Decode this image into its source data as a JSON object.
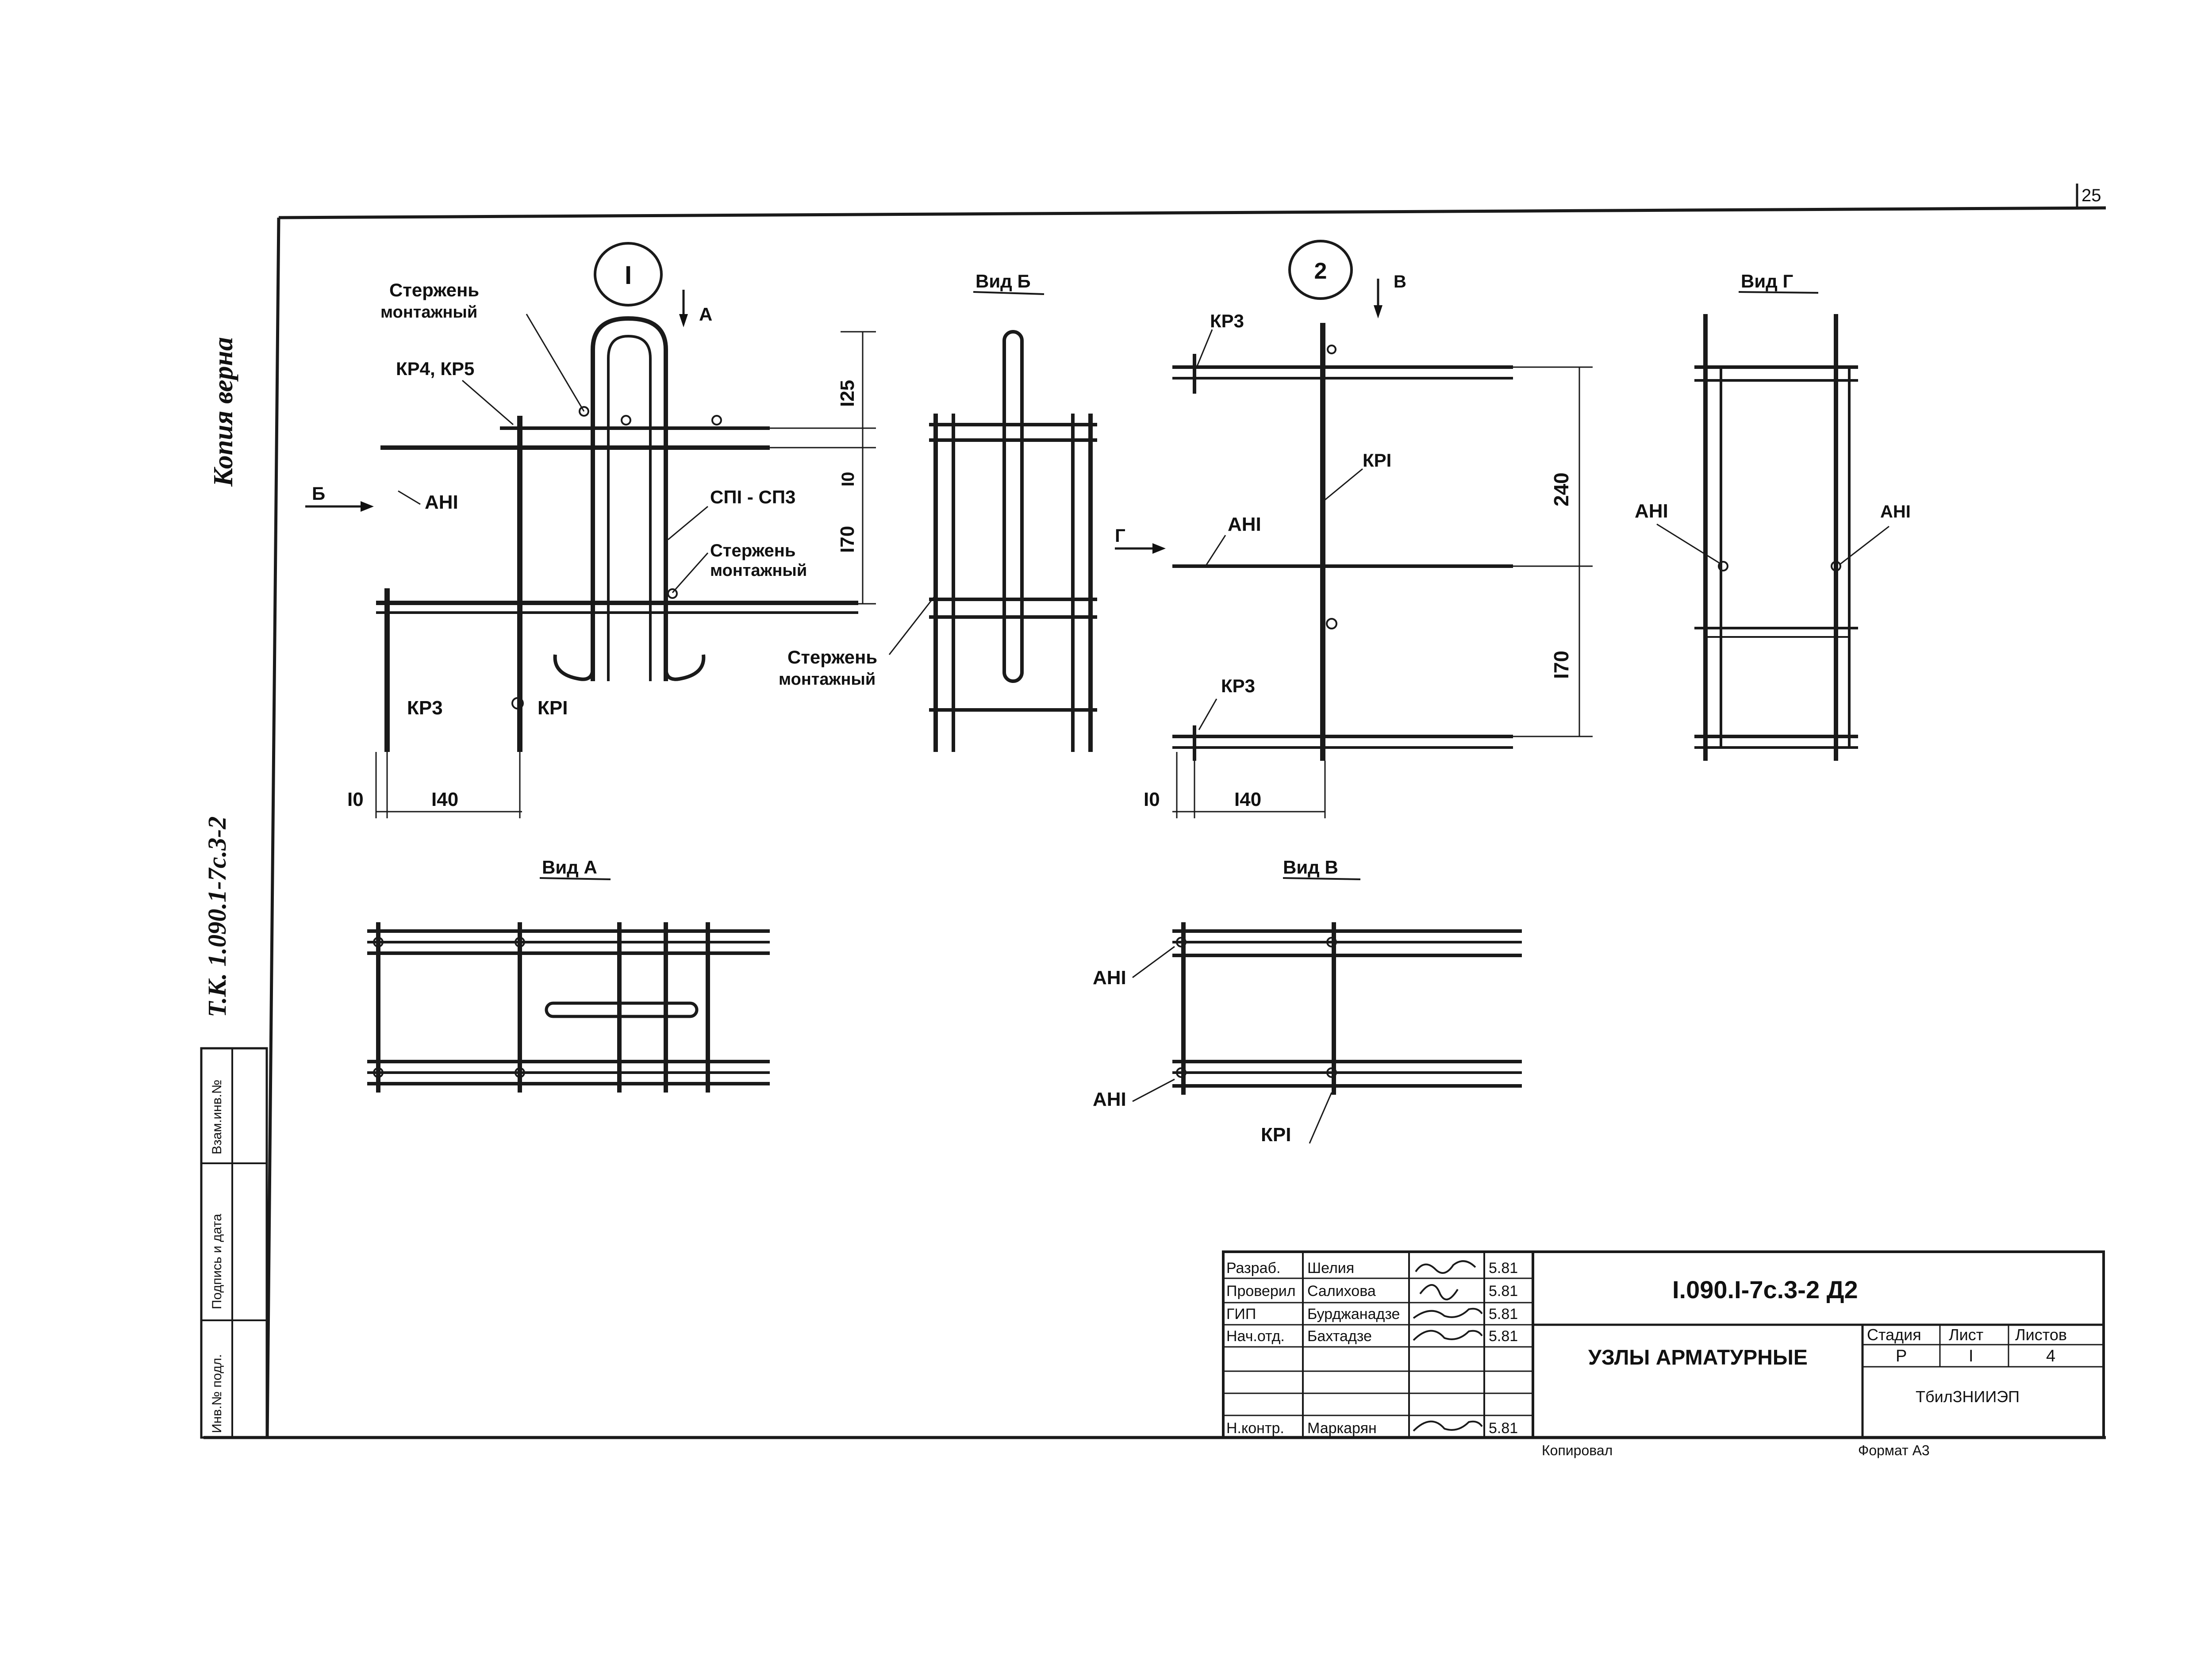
{
  "side_annotation": {
    "certified_copy": "Копия верна",
    "series_code": "Т.К. 1.090.1-7с.3-2"
  },
  "page_corner_mark": "25",
  "stamp_strip": {
    "inv_podl": "Инв.№ подл.",
    "sign_date": "Подпись и дата",
    "vzam_inv": "Взам.инв.№"
  },
  "node1": {
    "callout": "I",
    "view_arrow_a": "A",
    "view_arrow_b": "Б",
    "labels": {
      "rod_mount_top_1": "Стержень",
      "rod_mount_top_2": "монтажный",
      "kr45": "КР4, КР5",
      "an1": "АНI",
      "sp": "СПI - СП3",
      "rod_mount_mid_1": "Стержень",
      "rod_mount_mid_2": "монтажный",
      "kr3": "КР3",
      "kr1": "КРI"
    },
    "dims": {
      "d125": "I25",
      "d10v": "I0",
      "d170": "I70",
      "d10h": "I0",
      "d140": "I40"
    }
  },
  "view_b_node1": {
    "title": "Вид Б",
    "labels": {
      "rod_1": "Стержень",
      "rod_2": "монтажный"
    }
  },
  "node2": {
    "callout": "2",
    "view_arrow_v": "В",
    "view_arrow_g": "Г",
    "labels": {
      "kr3_top": "КР3",
      "kr1": "КРI",
      "an1": "АНI",
      "kr3_bot": "КР3"
    },
    "dims": {
      "d240": "240",
      "d170": "I70",
      "d10h": "I0",
      "d140": "I40"
    }
  },
  "view_g": {
    "title": "Вид Г",
    "labels": {
      "an1_left": "АНI",
      "an1_right": "АНI"
    }
  },
  "view_a": {
    "title": "Вид А"
  },
  "view_v": {
    "title": "Вид В",
    "labels": {
      "an1_top": "АНI",
      "an1_bot": "АНI",
      "kr1": "КРI"
    }
  },
  "title_block": {
    "rows": [
      {
        "role": "Разраб.",
        "name": "Шелия",
        "date": "5.81"
      },
      {
        "role": "Проверил",
        "name": "Салихова",
        "date": "5.81"
      },
      {
        "role": "ГИП",
        "name": "Бурджанадзе",
        "date": "5.81"
      },
      {
        "role": "Нач.отд.",
        "name": "Бахтадзе",
        "date": "5.81"
      },
      {
        "role": "",
        "name": "",
        "date": ""
      },
      {
        "role": "",
        "name": "",
        "date": ""
      },
      {
        "role": "Н.контр.",
        "name": "Маркарян",
        "date": "5.81"
      }
    ],
    "designation": "I.090.I-7c.3-2 Д2",
    "drawing_title": "УЗЛЫ АРМАТУРНЫЕ",
    "stage_header": "Стадия",
    "sheet_header": "Лист",
    "sheets_header": "Листов",
    "stage": "Р",
    "sheet": "I",
    "sheets": "4",
    "organization": "ТбилЗНИИЭП",
    "copied": "Копировал",
    "format": "Формат А3"
  }
}
